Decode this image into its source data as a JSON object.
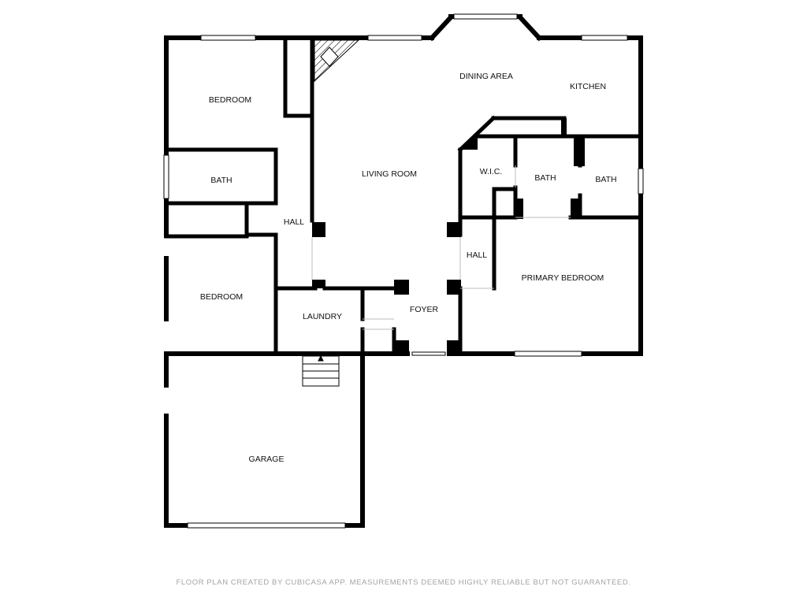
{
  "rooms": {
    "bedroom_1": "BEDROOM",
    "bath_1": "BATH",
    "hall_1": "HALL",
    "bedroom_2": "BEDROOM",
    "laundry": "LAUNDRY",
    "garage": "GARAGE",
    "living_room": "LIVING ROOM",
    "dining_area": "DINING AREA",
    "kitchen": "KITCHEN",
    "wic": "W.I.C.",
    "bath_2": "BATH",
    "bath_3": "BATH",
    "hall_2": "HALL",
    "primary_bedroom": "PRIMARY BEDROOM",
    "foyer": "FOYER"
  },
  "footer": "FLOOR PLAN CREATED BY CUBICASA APP. MEASUREMENTS DEEMED HIGHLY RELIABLE BUT NOT GUARANTEED.",
  "colors": {
    "wall": "#000000",
    "window": "#b5b5b5",
    "footer_text": "#a3a3a3"
  }
}
